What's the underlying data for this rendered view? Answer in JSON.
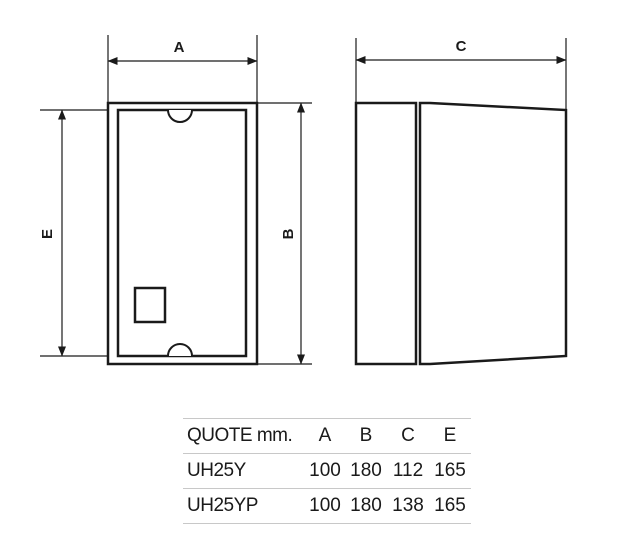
{
  "drawing": {
    "labels": {
      "a": "A",
      "b": "B",
      "c": "C",
      "e": "E"
    }
  },
  "table": {
    "header": [
      "QUOTE mm.",
      "A",
      "B",
      "C",
      "E"
    ],
    "rows": [
      [
        "UH25Y",
        "100",
        "180",
        "112",
        "165"
      ],
      [
        "UH25YP",
        "100",
        "180",
        "138",
        "165"
      ]
    ]
  }
}
